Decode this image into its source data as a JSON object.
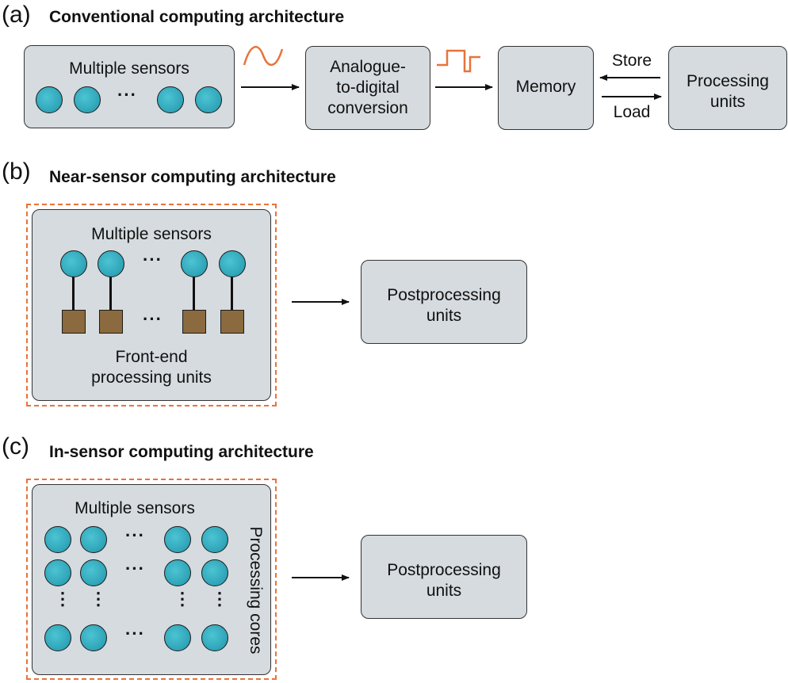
{
  "panel_a": {
    "letter": "(a)",
    "title": "Conventional computing architecture",
    "sensors_label": "Multiple sensors",
    "adc_label_1": "Analogue-",
    "adc_label_2": "to-digital",
    "adc_label_3": "conversion",
    "memory_label": "Memory",
    "processing_label_1": "Processing",
    "processing_label_2": "units",
    "store_label": "Store",
    "load_label": "Load",
    "ellipsis": "···"
  },
  "panel_b": {
    "letter": "(b)",
    "title": "Near-sensor computing architecture",
    "sensors_label": "Multiple sensors",
    "frontend_label_1": "Front-end",
    "frontend_label_2": "processing units",
    "post_label_1": "Postprocessing",
    "post_label_2": "units",
    "ellipsis": "···"
  },
  "panel_c": {
    "letter": "(c)",
    "title": "In-sensor computing architecture",
    "sensors_label": "Multiple sensors",
    "cores_label": "Processing cores",
    "post_label_1": "Postprocessing",
    "post_label_2": "units",
    "ellipsis": "···",
    "vellipsis": "⋮"
  },
  "colors": {
    "box_fill": "#d5dbdf",
    "sensor": "#36aec1",
    "unit": "#8a6a3e",
    "accent_dashed": "#e8733a",
    "signal": "#e8733a"
  }
}
